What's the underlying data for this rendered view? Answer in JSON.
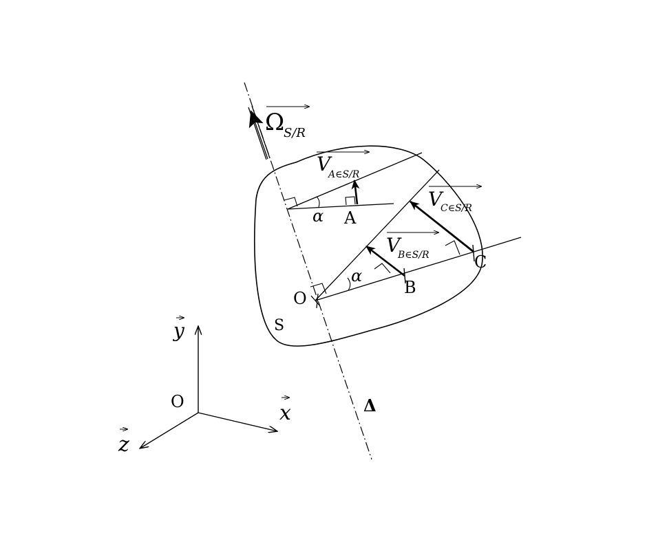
{
  "labels": {
    "omega": "Ω",
    "omega_sub": "S/R",
    "va": "V",
    "va_sub": "A∈S/R",
    "vb": "V",
    "vb_sub": "B∈S/R",
    "vc": "V",
    "vc_sub": "C∈S/R",
    "point_a": "A",
    "point_b": "B",
    "point_c": "C",
    "point_o": "O",
    "solid": "S",
    "axis": "Δ",
    "alpha_top": "α",
    "alpha_bottom": "α",
    "frame_origin": "O",
    "frame_x": "x",
    "frame_y": "y",
    "frame_z": "z"
  }
}
